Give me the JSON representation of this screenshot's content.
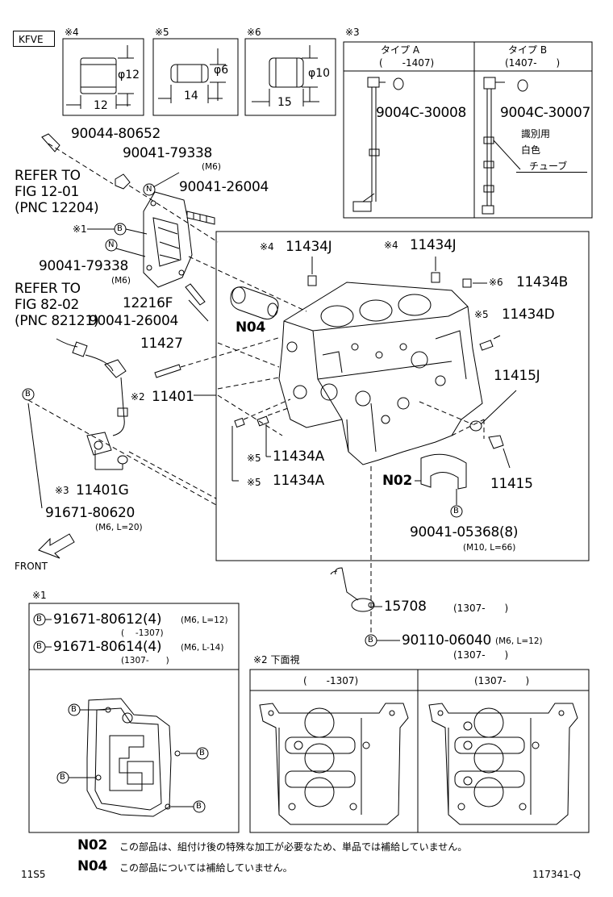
{
  "engine_code": "KFVE",
  "insets": {
    "i4": {
      "mark": "※4",
      "dia": "φ12",
      "len": "12"
    },
    "i5": {
      "mark": "※5",
      "dia": "φ6",
      "len": "14"
    },
    "i6": {
      "mark": "※6",
      "dia": "φ10",
      "len": "15"
    },
    "i3": {
      "mark": "※3",
      "type_a": {
        "title": "タイプ A",
        "range": "(　　-1407)",
        "part": "9004C-30008"
      },
      "type_b": {
        "title": "タイプ B",
        "range": "(1407-　　)",
        "part": "9004C-30007",
        "note1": "識別用",
        "note2": "白色",
        "note3": "チューブ"
      }
    }
  },
  "parts": {
    "p90044_80652": "90044-80652",
    "p90041_79338_a": "90041-79338",
    "p90041_79338_a_spec": "(M6)",
    "p90041_26004_a": "90041-26004",
    "refer1_l1": "REFER TO",
    "refer1_l2": "FIG 12-01",
    "refer1_l3": "(PNC 12204)",
    "mark1_b": "※1",
    "p90041_79338_b": "90041-79338",
    "p90041_79338_b_spec": "(M6)",
    "refer2_l1": "REFER TO",
    "refer2_l2": "FIG 82-02",
    "refer2_l3": "(PNC 82121)",
    "p12216F": "12216F",
    "p90041_26004_b": "90041-26004",
    "p11427": "11427",
    "mark2": "※2",
    "p11401": "11401",
    "mark3": "※3",
    "p11401G": "11401G",
    "p91671_80620": "91671-80620",
    "p91671_80620_spec": "(M6, L=20)",
    "front": "FRONT",
    "mark4a": "※4",
    "p11434J_a": "11434J",
    "mark4b": "※4",
    "p11434J_b": "11434J",
    "mark6": "※6",
    "p11434B": "11434B",
    "mark5a": "※5",
    "p11434D": "11434D",
    "N04": "N04",
    "p11415J": "11415J",
    "mark5b": "※5",
    "p11434A_a": "11434A",
    "mark5c": "※5",
    "p11434A_b": "11434A",
    "N02": "N02",
    "p11415": "11415",
    "p90041_05368": "90041-05368(8)",
    "p90041_05368_spec": "(M10, L=66)",
    "p15708": "15708",
    "p15708_spec": "(1307-　　)",
    "p90110_06040": "90110-06040",
    "p90110_06040_spec": "(M6, L=12)",
    "p90110_06040_range": "(1307-　　)"
  },
  "legend1": {
    "mark": "※1",
    "row1_part": "91671-80612(4)",
    "row1_spec": "(M6, L=12)",
    "row1_range": "(　 -1307)",
    "row2_part": "91671-80614(4)",
    "row2_spec": "(M6, L-14)",
    "row2_range": "(1307-　　)"
  },
  "legend2": {
    "title": "※2 下面視",
    "left": "(　　-1307)",
    "right": "(1307-　　)"
  },
  "notes": {
    "n02_code": "N02",
    "n02_text": "この部品は、組付け後の特殊な加工が必要なため、単品では補給していません。",
    "n04_code": "N04",
    "n04_text": "この部品については補給していません。"
  },
  "footer": {
    "left": "11S5",
    "right": "117341-Q"
  },
  "callout_letters": {
    "b": "B",
    "n": "N"
  }
}
